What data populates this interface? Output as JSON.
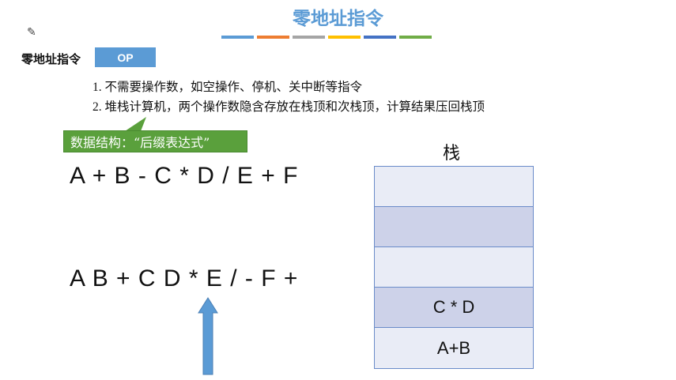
{
  "title": "零地址指令",
  "divider_colors": [
    "#5b9bd5",
    "#ed7d31",
    "#a5a5a5",
    "#ffc000",
    "#4472c4",
    "#70ad47"
  ],
  "format": {
    "label": "零地址指令",
    "op": "OP"
  },
  "points": [
    "1. 不需要操作数，如空操作、停机、关中断等指令",
    "2. 堆栈计算机，两个操作数隐含存放在栈顶和次栈顶，计算结果压回栈顶"
  ],
  "callout": "数据结构：“后缀表达式”",
  "infix": "A + B - C * D / E + F",
  "postfix": "A B + C D * E / - F +",
  "stack": {
    "title": "栈",
    "cells": [
      "",
      "",
      "",
      "C * D",
      "A+B"
    ]
  }
}
